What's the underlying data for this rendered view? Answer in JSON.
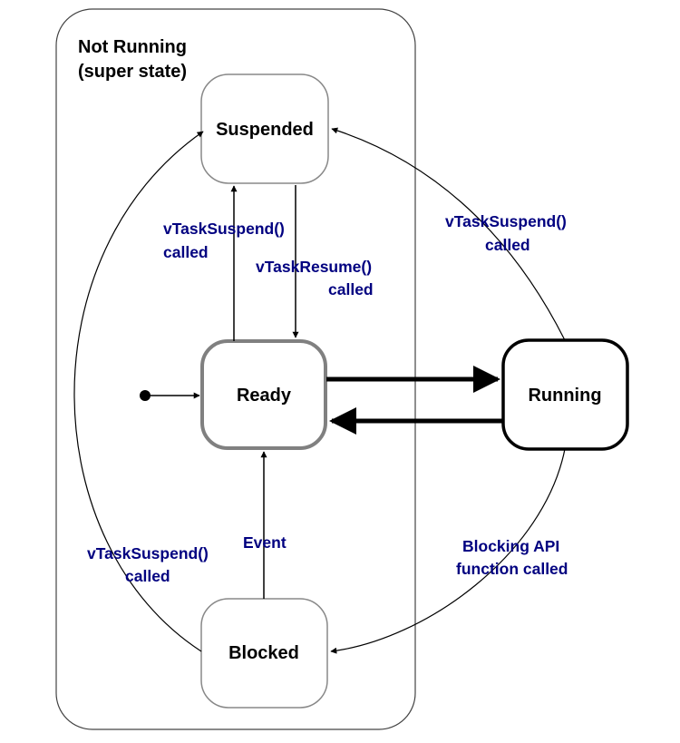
{
  "diagram": {
    "super_state": {
      "line1": "Not Running",
      "line2": "(super state)"
    },
    "states": {
      "suspended": "Suspended",
      "ready": "Ready",
      "running": "Running",
      "blocked": "Blocked"
    },
    "transitions": {
      "ready_to_suspended": {
        "line1": "vTaskSuspend()",
        "line2": "called"
      },
      "suspended_to_ready": {
        "line1": "vTaskResume()",
        "line2": "called"
      },
      "running_to_suspended": {
        "line1": "vTaskSuspend()",
        "line2": "called"
      },
      "blocked_to_suspended": {
        "line1": "vTaskSuspend()",
        "line2": "called"
      },
      "blocked_to_ready": {
        "line1": "Event"
      },
      "running_to_blocked": {
        "line1": "Blocking API",
        "line2": "function called"
      }
    },
    "colors": {
      "edge_label": "#000080",
      "ready_border": "#808080",
      "state_border": "#888888"
    }
  }
}
